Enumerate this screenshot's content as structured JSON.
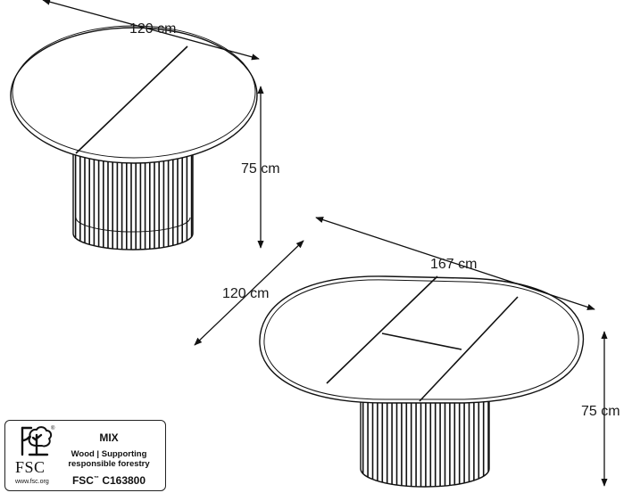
{
  "dimensions": {
    "small_table_width": "120 cm",
    "small_table_height": "75 cm",
    "extended_table_length": "167 cm",
    "extended_table_width": "120 cm",
    "extended_table_height": "75 cm"
  },
  "fsc_label": {
    "logo_text": "FSC",
    "website": "www.fsc.org",
    "category": "MIX",
    "line1": "Wood | Supporting",
    "line2": "responsible forestry",
    "license_prefix": "FSC",
    "trademark": "™",
    "license_code": "C163800"
  }
}
